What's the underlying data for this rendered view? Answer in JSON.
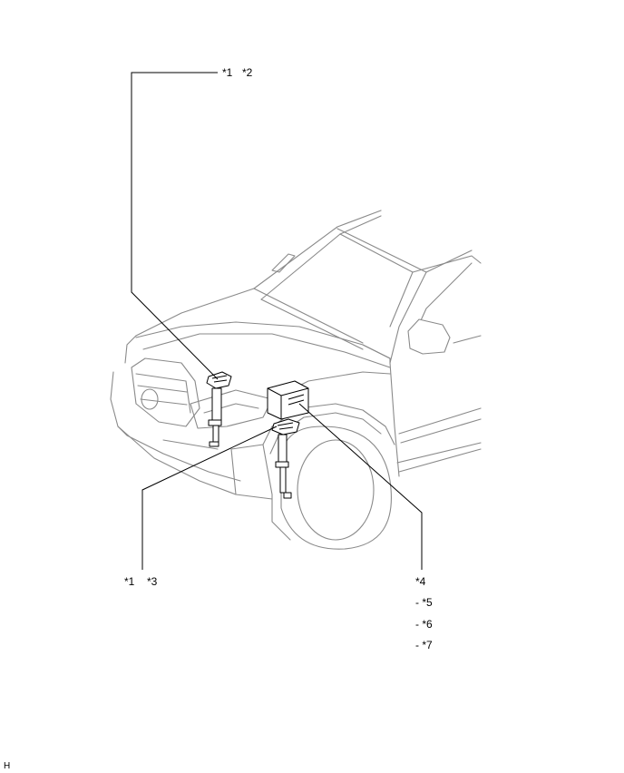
{
  "callouts": {
    "top_left": {
      "a": "*1",
      "b": "*2"
    },
    "bottom_left": {
      "a": "*1",
      "b": "*3"
    },
    "right_main": "*4",
    "right_sub": [
      "- *5",
      "- *6",
      "- *7"
    ]
  },
  "corner_mark": "H",
  "colors": {
    "vehicle_outline": "#8a8a8a",
    "parts": "#000000",
    "background": "#ffffff"
  }
}
